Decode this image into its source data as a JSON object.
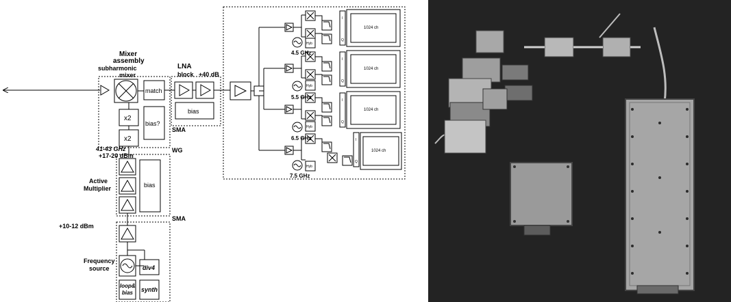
{
  "left_diagram": {
    "mixer": {
      "title_line1": "Mixer",
      "title_line2": "assembly",
      "subtitle": "subharmonic",
      "subtitle2": "mixer",
      "match_label": "match",
      "mult_top": "x2",
      "mult_bottom": "x2",
      "bias_label": "bias?",
      "output_port": "WG"
    },
    "lna": {
      "title": "LNA",
      "block_label": "block",
      "gain": "+40 dB",
      "bias_label": "bias",
      "port": "SMA"
    },
    "lo_chain": {
      "freq_range": "41-43 GHz",
      "power_top": "+17-20 dBm",
      "active_title1": "Active",
      "active_title2": "Multiplier",
      "active_bias": "bias",
      "port_sma": "SMA",
      "power_bottom": "+10-12 dBm",
      "source_title1": "Frequency",
      "source_title2": "source",
      "div_label": "div4",
      "loop_label1": "loop&",
      "loop_label2": "bias",
      "synth_label": "synth"
    },
    "backend": {
      "channels": [
        {
          "freq": "4.5 GHz",
          "spectrometer": "1024 ch",
          "hyb": "Hyb"
        },
        {
          "freq": "5.5 GHz",
          "spectrometer": "1024 ch",
          "hyb": "Hyb"
        },
        {
          "freq": "6.5 GHz",
          "spectrometer": "1024 ch",
          "hyb": "Hyb"
        },
        {
          "freq": "7.5 GHz",
          "spectrometer": "1024 ch",
          "hyb": "Hyb"
        }
      ],
      "i_label": "I",
      "q_label": "Q"
    }
  },
  "colors": {
    "ink": "#000000",
    "photo_bg": "#1a1a1a",
    "metal": "#9a9a9a"
  }
}
